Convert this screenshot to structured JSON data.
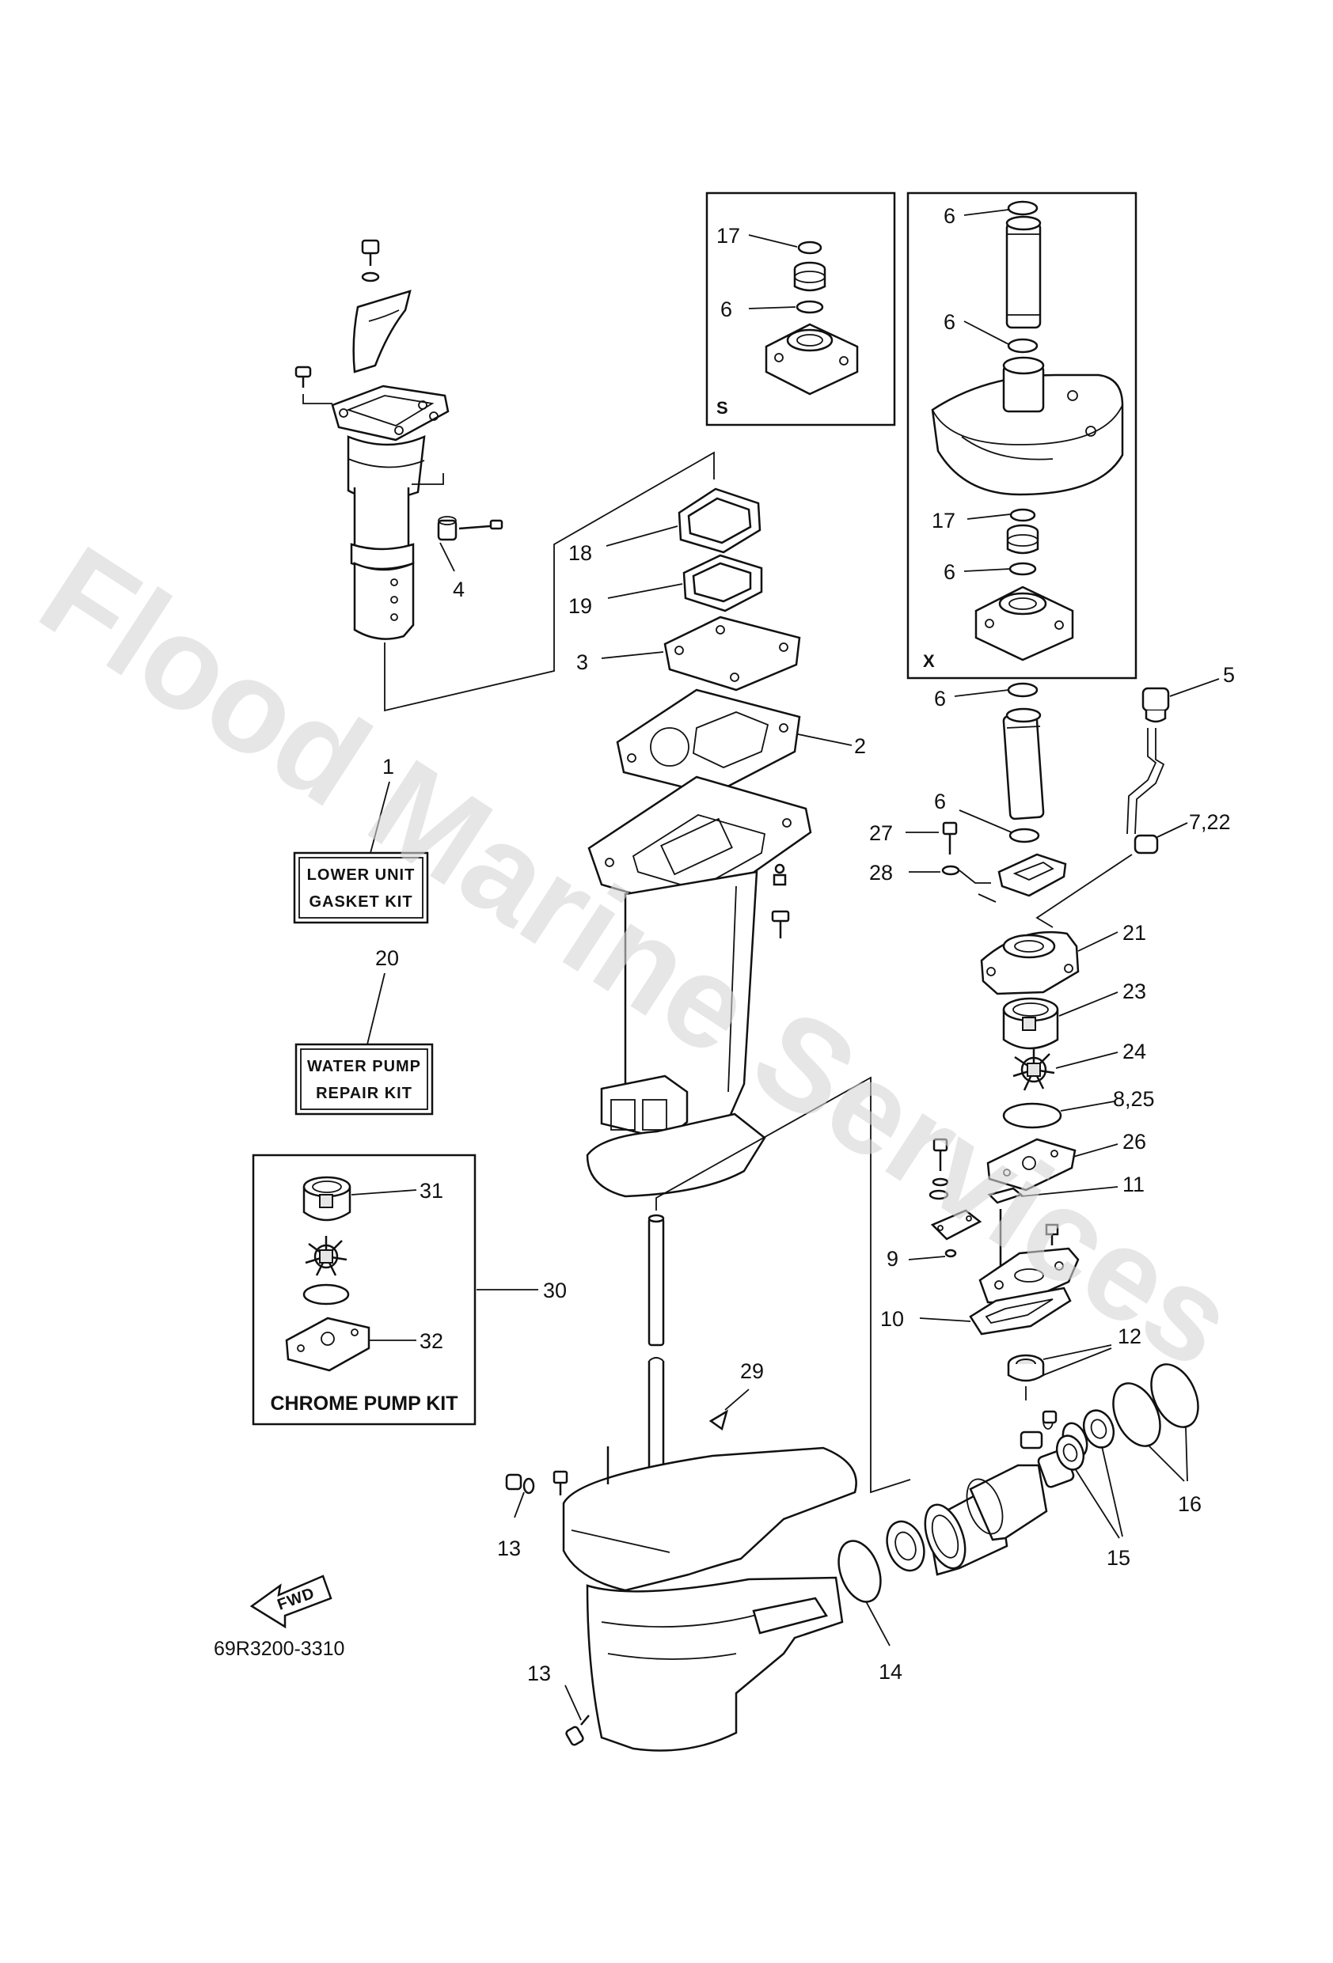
{
  "watermark": "Flood Marine Services",
  "part_code": "69R3200-3310",
  "fwd_label": "FWD",
  "kits": {
    "lower_unit_line1": "LOWER UNIT",
    "lower_unit_line2": "GASKET KIT",
    "water_pump_line1": "WATER PUMP",
    "water_pump_line2": "REPAIR KIT",
    "chrome_pump": "CHROME PUMP KIT"
  },
  "variant_boxes": {
    "s": "S",
    "x": "X"
  },
  "callouts": {
    "c1": "1",
    "c2": "2",
    "c3": "3",
    "c4": "4",
    "c5": "5",
    "c6_s": "6",
    "c6_x1": "6",
    "c6_x2": "6",
    "c6_x3": "6",
    "c6_a": "6",
    "c6_b": "6",
    "c7_22": "7,22",
    "c8_25": "8,25",
    "c9": "9",
    "c10": "10",
    "c11": "11",
    "c12": "12",
    "c13_a": "13",
    "c13_b": "13",
    "c14": "14",
    "c15": "15",
    "c16": "16",
    "c17_s": "17",
    "c17_x": "17",
    "c18": "18",
    "c19": "19",
    "c20": "20",
    "c21": "21",
    "c23": "23",
    "c24": "24",
    "c26": "26",
    "c27": "27",
    "c28": "28",
    "c29": "29",
    "c30": "30",
    "c31": "31",
    "c32": "32"
  }
}
